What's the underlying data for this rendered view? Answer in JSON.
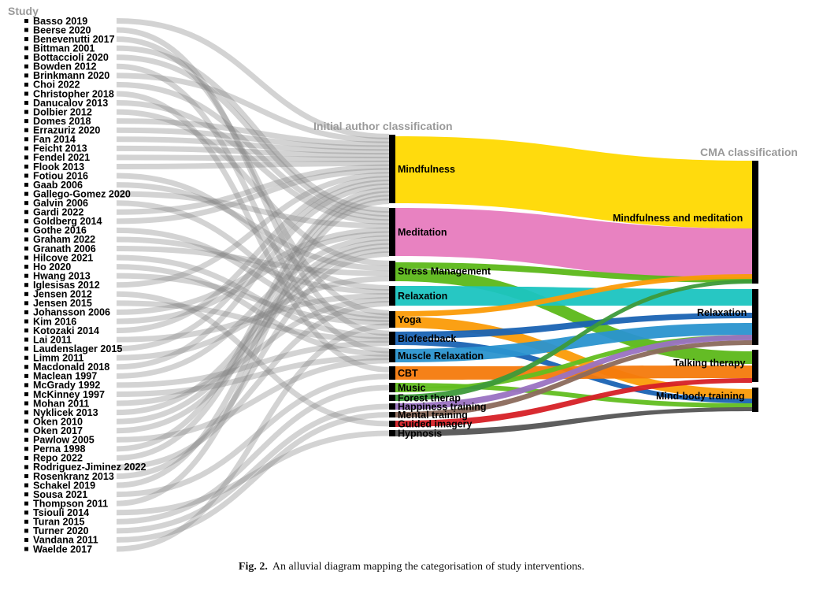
{
  "titles": {
    "study": "Study",
    "initial": "Initial author classification",
    "cma": "CMA classification"
  },
  "studies": [
    "Basso 2019",
    "Beerse 2020",
    "Benevenutti 2017",
    "Bittman 2001",
    "Bottaccioli 2020",
    "Bowden 2012",
    "Brinkmann 2020",
    "Choi 2022",
    "Christopher 2018",
    "Danucalov 2013",
    "Dolbier 2012",
    "Domes 2018",
    "Errazuriz 2020",
    "Fan 2014",
    "Feicht 2013",
    "Fendel 2021",
    "Flook 2013",
    "Fotiou 2016",
    "Gaab 2006",
    "Gallego-Gomez 2020",
    "Galvin 2006",
    "Gardi 2022",
    "Goldberg 2014",
    "Gothe 2016",
    "Graham 2022",
    "Granath 2006",
    "Hilcove 2021",
    "Ho 2020",
    "Hwang 2013",
    "Iglesisas 2012",
    "Jensen 2012",
    "Jensen 2015",
    "Johansson 2006",
    "Kim 2016",
    "Kotozaki 2014",
    "Lai 2011",
    "Laudenslager 2015",
    "Limm 2011",
    "Macdonald 2018",
    "Maclean 1997",
    "McGrady 1992",
    "McKinney 1997",
    "Mohan 2011",
    "Nyklicek 2013",
    "Oken 2010",
    "Oken 2017",
    "Pawlow 2005",
    "Perna 1998",
    "Repo 2022",
    "Rodriguez-Jiminez 2022",
    "Rosenkranz 2013",
    "Schakel 2019",
    "Sousa 2021",
    "Thompson 2011",
    "Tsiouli 2014",
    "Turan 2015",
    "Turner 2020",
    "Vandana 2011",
    "Waelde 2017"
  ],
  "categories": [
    {
      "label": "Mindfulness",
      "color": "#FFD900"
    },
    {
      "label": "Meditation",
      "color": "#E77BBE"
    },
    {
      "label": "Stress Management",
      "color": "#5CB819"
    },
    {
      "label": "Relaxation",
      "color": "#1BC4C0"
    },
    {
      "label": "Yoga",
      "color": "#FB9B07"
    },
    {
      "label": "Biofeedback",
      "color": "#1A63B3"
    },
    {
      "label": "Muscle Relaxation",
      "color": "#2A94CF"
    },
    {
      "label": "CBT",
      "color": "#F47A0C"
    },
    {
      "label": "Music",
      "color": "#62BE20"
    },
    {
      "label": "Forest therap",
      "color": "#3D9A3A"
    },
    {
      "label": "Happiness training",
      "color": "#9A72C2"
    },
    {
      "label": "Mental training",
      "color": "#8B6A5C"
    },
    {
      "label": "Guided imagery",
      "color": "#D62026"
    },
    {
      "label": "Hypnosis",
      "color": "#555555"
    }
  ],
  "cma": [
    {
      "label": "Mindfulness and meditation"
    },
    {
      "label": "Relaxation"
    },
    {
      "label": "Talking therapy"
    },
    {
      "label": "Mind-body training"
    }
  ],
  "caption": {
    "figure": "Fig. 2.",
    "text": "An alluvial diagram mapping the categorisation of study interventions."
  }
}
